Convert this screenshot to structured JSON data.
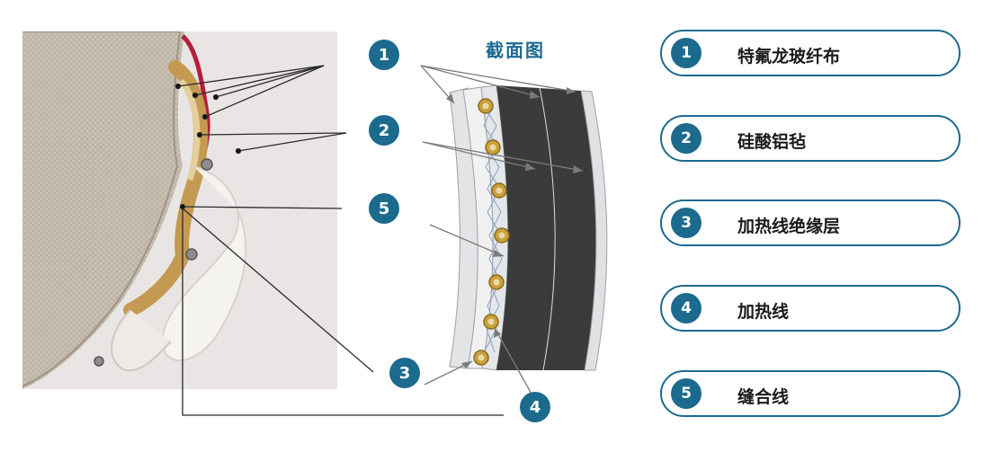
{
  "diagram": {
    "cross_section_title": "截面图",
    "callouts": [
      "1",
      "2",
      "5",
      "3",
      "4"
    ],
    "legend": [
      {
        "number": "1",
        "label": "特氟龙玻纤布"
      },
      {
        "number": "2",
        "label": "硅酸铝毡"
      },
      {
        "number": "3",
        "label": "加热线绝缘层"
      },
      {
        "number": "4",
        "label": "加热线"
      },
      {
        "number": "5",
        "label": "缝合线"
      }
    ]
  },
  "colors": {
    "accent": "#1c6a8e",
    "dark_core": "#3b3b3b",
    "fabric": "#cfc8bd",
    "heating_wire": "#c9a13a"
  }
}
